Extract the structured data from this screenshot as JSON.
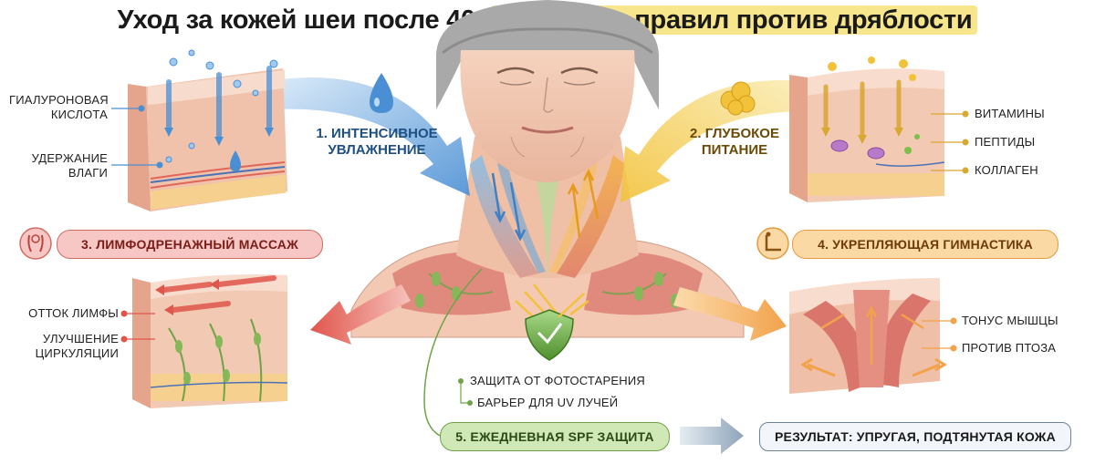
{
  "title": {
    "part1": "Уход за кожей шеи после 40:",
    "highlight": "5 главных правил против дряблости"
  },
  "steps": {
    "moisture": {
      "line1": "1. ИНТЕНСИВНОЕ",
      "line2": "УВЛАЖНЕНИЕ",
      "callouts": [
        {
          "line1": "ГИАЛУРОНОВАЯ",
          "line2": "КИСЛОТА"
        },
        {
          "line1": "УДЕРЖАНИЕ",
          "line2": "ВЛАГИ"
        }
      ]
    },
    "nutrition": {
      "line1": "2. ГЛУБОКОЕ",
      "line2": "ПИТАНИЕ",
      "callouts": [
        "ВИТАМИНЫ",
        "ПЕПТИДЫ",
        "КОЛЛАГЕН"
      ]
    },
    "massage": {
      "label": "3. ЛИМФОДРЕНАЖНЫЙ МАССАЖ",
      "callouts": [
        {
          "line1": "ОТТОК ЛИМФЫ",
          "line2": ""
        },
        {
          "line1": "УЛУЧШЕНИЕ",
          "line2": "ЦИРКУЛЯЦИИ"
        }
      ]
    },
    "gym": {
      "label": "4. УКРЕПЛЯЮЩАЯ ГИМНАСТИКА",
      "callouts": [
        "ТОНУС МЫШЦЫ",
        "ПРОТИВ ПТОЗА"
      ]
    },
    "spf": {
      "label": "5. ЕЖЕДНЕВНАЯ SPF ЗАЩИТА",
      "callouts": [
        "ЗАЩИТА ОТ ФОТОСТАРЕНИЯ",
        "БАРЬЕР ДЛЯ UV ЛУЧЕЙ"
      ]
    }
  },
  "result": {
    "label": "РЕЗУЛЬТАТ: УПРУГАЯ, ПОДТЯНУТАЯ КОЖА"
  },
  "colors": {
    "blue": "#4a8fd4",
    "yellow": "#f2c23a",
    "red": "#e0564c",
    "orange": "#f2a24a",
    "green": "#6fa348",
    "skin": "#f3c9b3",
    "muscle": "#d9756b"
  }
}
